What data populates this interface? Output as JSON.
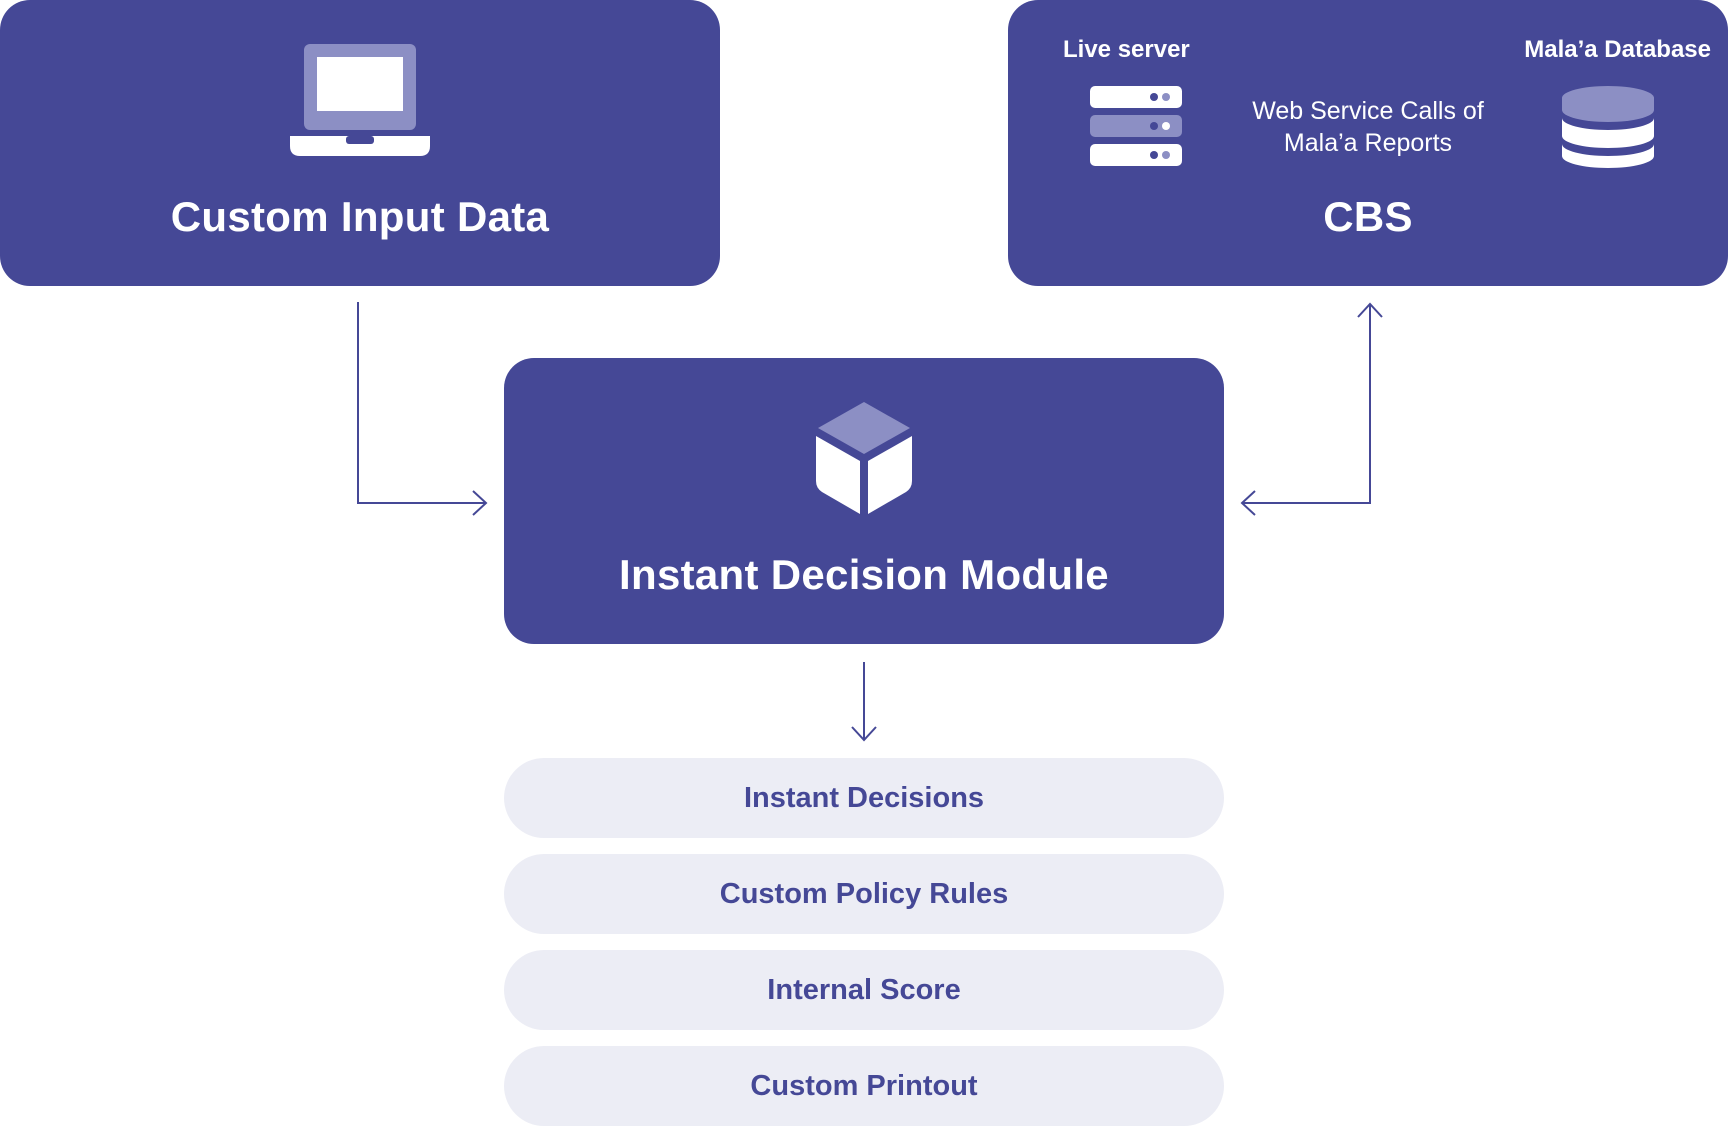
{
  "custom_input": {
    "title": "Custom Input Data",
    "icon": "laptop-icon"
  },
  "cbs": {
    "title": "CBS",
    "live_server_label": "Live server",
    "database_label": "Mala’a Database",
    "web_service_line1": "Web Service Calls of",
    "web_service_line2": "Mala’a Reports",
    "server_icon": "server-icon",
    "database_icon": "database-icon"
  },
  "module": {
    "title": "Instant Decision Module",
    "icon": "cube-icon"
  },
  "results": [
    {
      "label": "Instant Decisions"
    },
    {
      "label": "Custom Policy Rules"
    },
    {
      "label": "Internal Score"
    },
    {
      "label": "Custom Printout"
    }
  ],
  "colors": {
    "box": "#454896",
    "icon_light": "#8c8fc4",
    "pill_bg": "#ecedf5",
    "pill_text": "#454896",
    "connector": "#454896"
  }
}
